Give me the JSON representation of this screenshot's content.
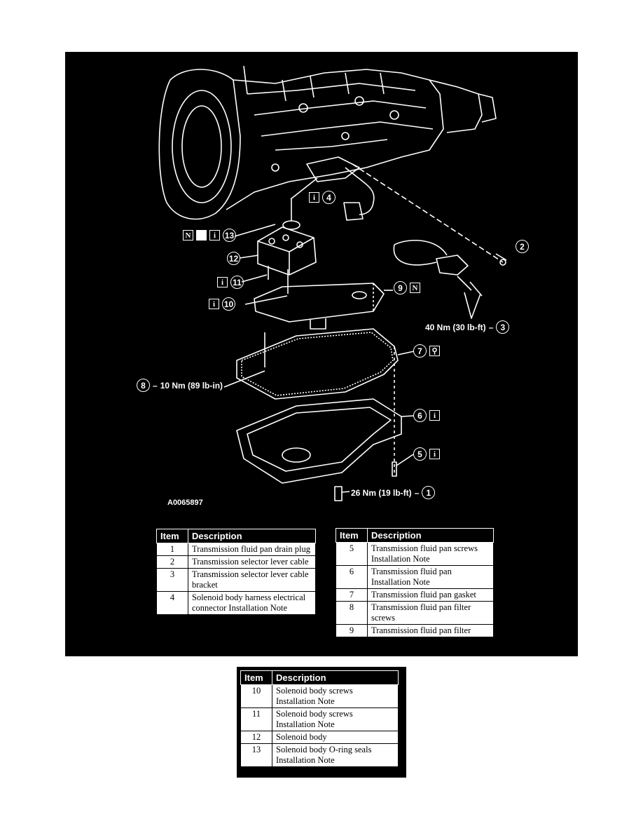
{
  "figure_id": "A0065897",
  "callouts": [
    {
      "num": "1",
      "text": "26 Nm (19 lb-ft)"
    },
    {
      "num": "2",
      "text": ""
    },
    {
      "num": "3",
      "text": "40 Nm (30 lb-ft)"
    },
    {
      "num": "4",
      "text": ""
    },
    {
      "num": "5",
      "text": ""
    },
    {
      "num": "6",
      "text": ""
    },
    {
      "num": "7",
      "text": ""
    },
    {
      "num": "8",
      "text": "10 Nm (89 lb-in)"
    },
    {
      "num": "9",
      "text": ""
    },
    {
      "num": "10",
      "text": ""
    },
    {
      "num": "11",
      "text": ""
    },
    {
      "num": "12",
      "text": ""
    },
    {
      "num": "13",
      "text": ""
    }
  ],
  "symbols": {
    "info": "i",
    "new": "N",
    "inspect": "magnifier-icon"
  },
  "tables": {
    "header": {
      "item": "Item",
      "description": "Description"
    },
    "left": [
      {
        "item": "1",
        "description": "Transmission fluid pan drain plug"
      },
      {
        "item": "2",
        "description": "Transmission selector lever cable"
      },
      {
        "item": "3",
        "description": "Transmission selector lever cable bracket"
      },
      {
        "item": "4",
        "description": "Solenoid body harness electrical connector Installation Note"
      }
    ],
    "right": [
      {
        "item": "5",
        "description": "Transmission fluid pan screws Installation Note"
      },
      {
        "item": "6",
        "description": "Transmission fluid pan Installation Note"
      },
      {
        "item": "7",
        "description": "Transmission fluid pan gasket"
      },
      {
        "item": "8",
        "description": "Transmission fluid pan filter screws"
      },
      {
        "item": "9",
        "description": "Transmission fluid pan filter"
      }
    ],
    "bottom": [
      {
        "item": "10",
        "description": "Solenoid body screws Installation Note"
      },
      {
        "item": "11",
        "description": "Solenoid body screws Installation Note"
      },
      {
        "item": "12",
        "description": "Solenoid body"
      },
      {
        "item": "13",
        "description": "Solenoid body O-ring seals Installation Note"
      }
    ]
  },
  "colors": {
    "background": "#000000",
    "line": "#ffffff",
    "table_bg": "#ffffff"
  }
}
